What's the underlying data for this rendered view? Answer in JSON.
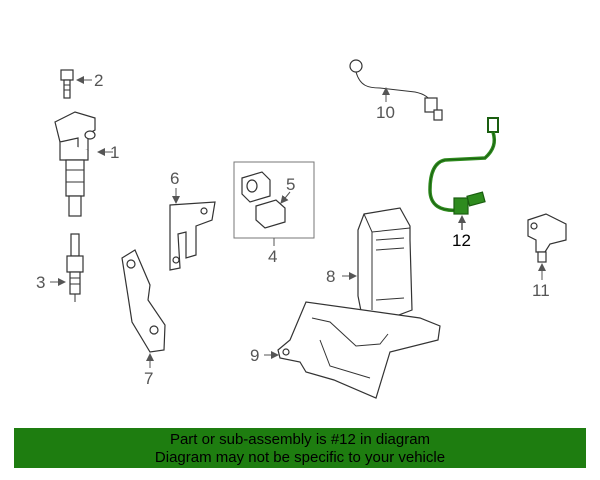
{
  "diagram": {
    "callouts": {
      "c1": "1",
      "c2": "2",
      "c3": "3",
      "c4": "4",
      "c5": "5",
      "c6": "6",
      "c7": "7",
      "c8": "8",
      "c9": "9",
      "c10": "10",
      "c11": "11",
      "c12": "12"
    },
    "highlight_part": "12",
    "highlight_color": "#2e8b1e",
    "line_color": "#333333"
  },
  "banner": {
    "line1": "Part or sub-assembly is #12 in diagram",
    "line2": "Diagram may not be specific to your vehicle",
    "background": "#1e7d10"
  }
}
